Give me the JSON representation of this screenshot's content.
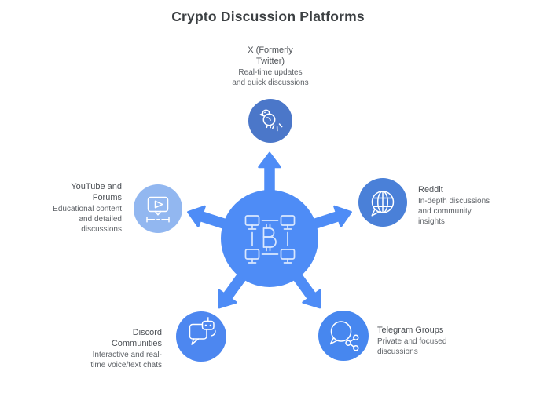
{
  "title": "Crypto Discussion Platforms",
  "palette": {
    "background": "#ffffff",
    "title_color": "#3c4043",
    "node_title_color": "#4d5156",
    "node_subtitle_color": "#5f6368",
    "icon_stroke": "#ffffff",
    "hub_icon_stroke": "#d9e7fe"
  },
  "hub": {
    "icon": "bitcoin-network-icon",
    "color": "#4e8cf6"
  },
  "nodes": [
    {
      "id": "x-twitter",
      "icon": "bird-flying-icon",
      "color": "#4b77c9",
      "title": "X (Formerly\nTwitter)",
      "subtitle": "Real-time updates\nand quick discussions"
    },
    {
      "id": "reddit",
      "icon": "globe-chat-icon",
      "color": "#4a80d8",
      "title": "Reddit",
      "subtitle": "In-depth discussions\nand community\ninsights"
    },
    {
      "id": "telegram-groups",
      "icon": "chat-share-icon",
      "color": "#4787ef",
      "title": "Telegram Groups",
      "subtitle": "Private and focused\ndiscussions"
    },
    {
      "id": "discord-communities",
      "icon": "chat-bot-icon",
      "color": "#4d87f0",
      "title": "Discord\nCommunities",
      "subtitle": "Interactive and real-\ntime voice/text chats"
    },
    {
      "id": "youtube-forums",
      "icon": "video-chat-icon",
      "color": "#92b7f0",
      "title": "YouTube and\nForums",
      "subtitle": "Educational content\nand detailed\ndiscussions"
    }
  ]
}
